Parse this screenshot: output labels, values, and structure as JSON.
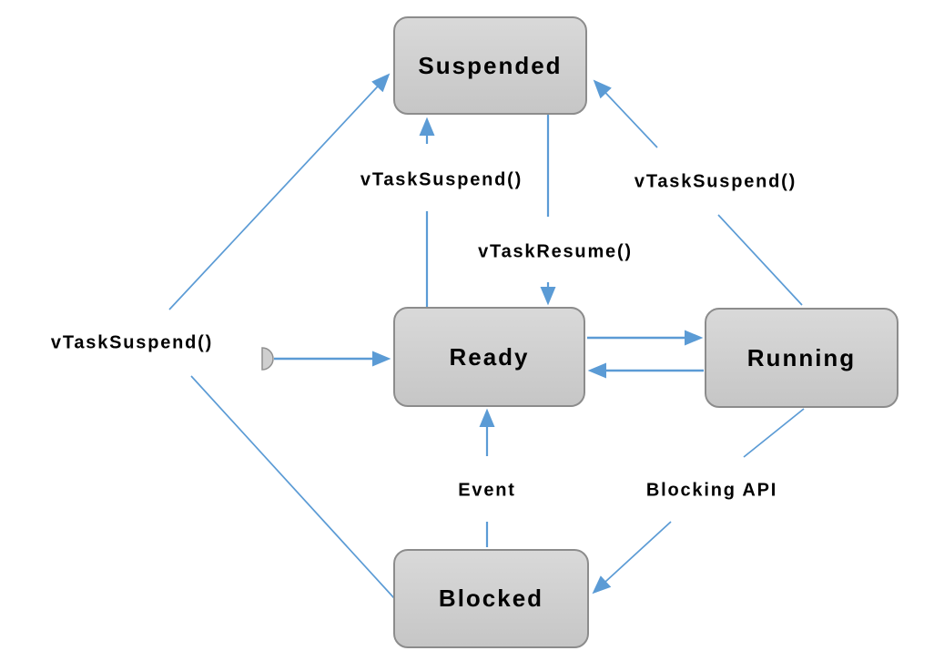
{
  "diagram": {
    "type": "state-diagram",
    "states": {
      "suspended": {
        "label": "Suspended"
      },
      "ready": {
        "label": "Ready"
      },
      "running": {
        "label": "Running"
      },
      "blocked": {
        "label": "Blocked"
      }
    },
    "transitions": [
      {
        "from": "ready",
        "to": "suspended",
        "label": "vTaskSuspend()"
      },
      {
        "from": "running",
        "to": "suspended",
        "label": "vTaskSuspend()"
      },
      {
        "from": "blocked",
        "to": "suspended",
        "label": "vTaskSuspend()"
      },
      {
        "from": "suspended",
        "to": "ready",
        "label": "vTaskResume()"
      },
      {
        "from": "ready",
        "to": "running",
        "label": ""
      },
      {
        "from": "running",
        "to": "ready",
        "label": ""
      },
      {
        "from": "blocked",
        "to": "ready",
        "label": "Event"
      },
      {
        "from": "running",
        "to": "blocked",
        "label": "Blocking API"
      },
      {
        "from": "entry",
        "to": "ready",
        "label": ""
      }
    ],
    "colors": {
      "arrow": "#5B9BD5",
      "box_fill_top": "#D9D9D9",
      "box_fill_bottom": "#C6C6C6",
      "box_border": "#8C8C8C",
      "label_text": "#000000",
      "background": "#FFFFFF"
    }
  }
}
